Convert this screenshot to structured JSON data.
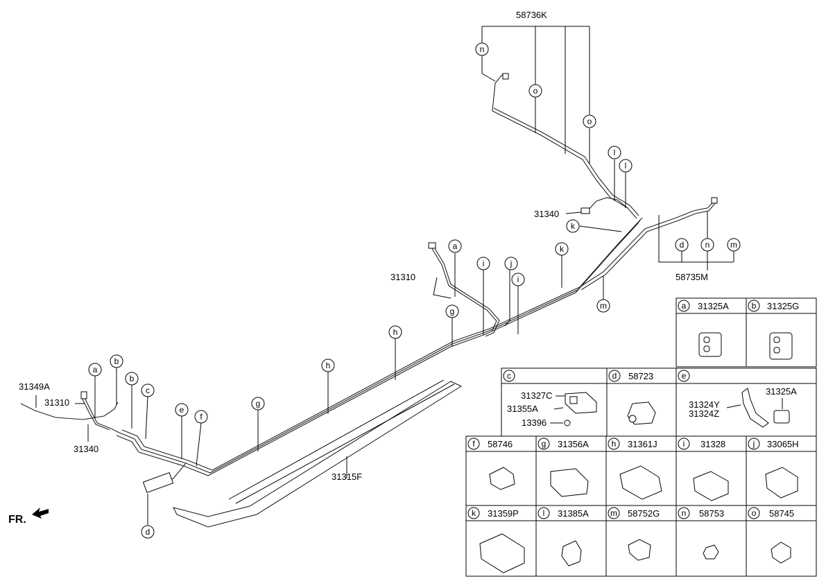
{
  "callouts": {
    "main_labels": {
      "l58736K": "58736K",
      "l58735M": "58735M",
      "l31340_upper": "31340",
      "l31310_mid": "31310",
      "l31349A": "31349A",
      "l31310_left": "31310",
      "l31340_left": "31340",
      "l31315F": "31315F"
    },
    "letters": {
      "a": "a",
      "b": "b",
      "c": "c",
      "d": "d",
      "e": "e",
      "f": "f",
      "g": "g",
      "h": "h",
      "i": "i",
      "j": "j",
      "k": "k",
      "l": "l",
      "m": "m",
      "n": "n",
      "o": "o"
    }
  },
  "direction_marker": "FR.",
  "parts_table": {
    "a": "31325A",
    "b": "31325G",
    "c_parts": {
      "p1": "31327C",
      "p2": "31355A",
      "p3": "13396"
    },
    "d": "58723",
    "e_parts": {
      "p1": "31324Y",
      "p2": "31324Z",
      "p3": "31325A"
    },
    "f": "58746",
    "g": "31356A",
    "h": "31361J",
    "i": "31328",
    "j": "33065H",
    "k": "31359P",
    "l": "31385A",
    "m": "58752G",
    "n": "58753",
    "o": "58745"
  }
}
